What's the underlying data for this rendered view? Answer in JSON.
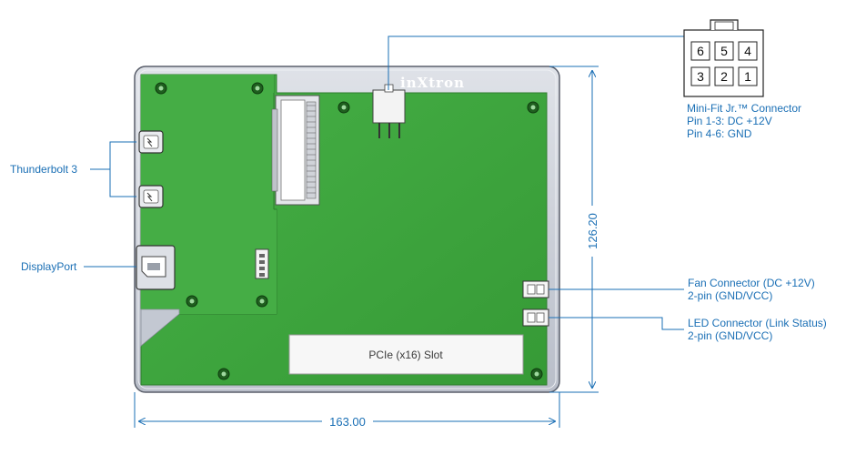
{
  "board": {
    "brand": "inXtron",
    "pcie_slot_label": "PCIe (x16) Slot"
  },
  "labels": {
    "thunderbolt": "Thunderbolt 3",
    "displayport": "DisplayPort",
    "minifit_title": "Mini-Fit Jr.™ Connector",
    "minifit_pins_power": "Pin 1-3: DC +12V",
    "minifit_pins_gnd": "Pin 4-6: GND",
    "fan_title": "Fan Connector (DC +12V)",
    "fan_pins": "2-pin (GND/VCC)",
    "led_title": "LED Connector (Link Status)",
    "led_pins": "2-pin (GND/VCC)"
  },
  "connector_pins": {
    "top_row": [
      "6",
      "5",
      "4"
    ],
    "bottom_row": [
      "3",
      "2",
      "1"
    ]
  },
  "dimensions": {
    "width": "163.00",
    "height": "126.20"
  },
  "colors": {
    "pcb_green": "#3fa83f",
    "plate_gray": "#c9cdd6",
    "label_blue": "#1a6fb5"
  }
}
